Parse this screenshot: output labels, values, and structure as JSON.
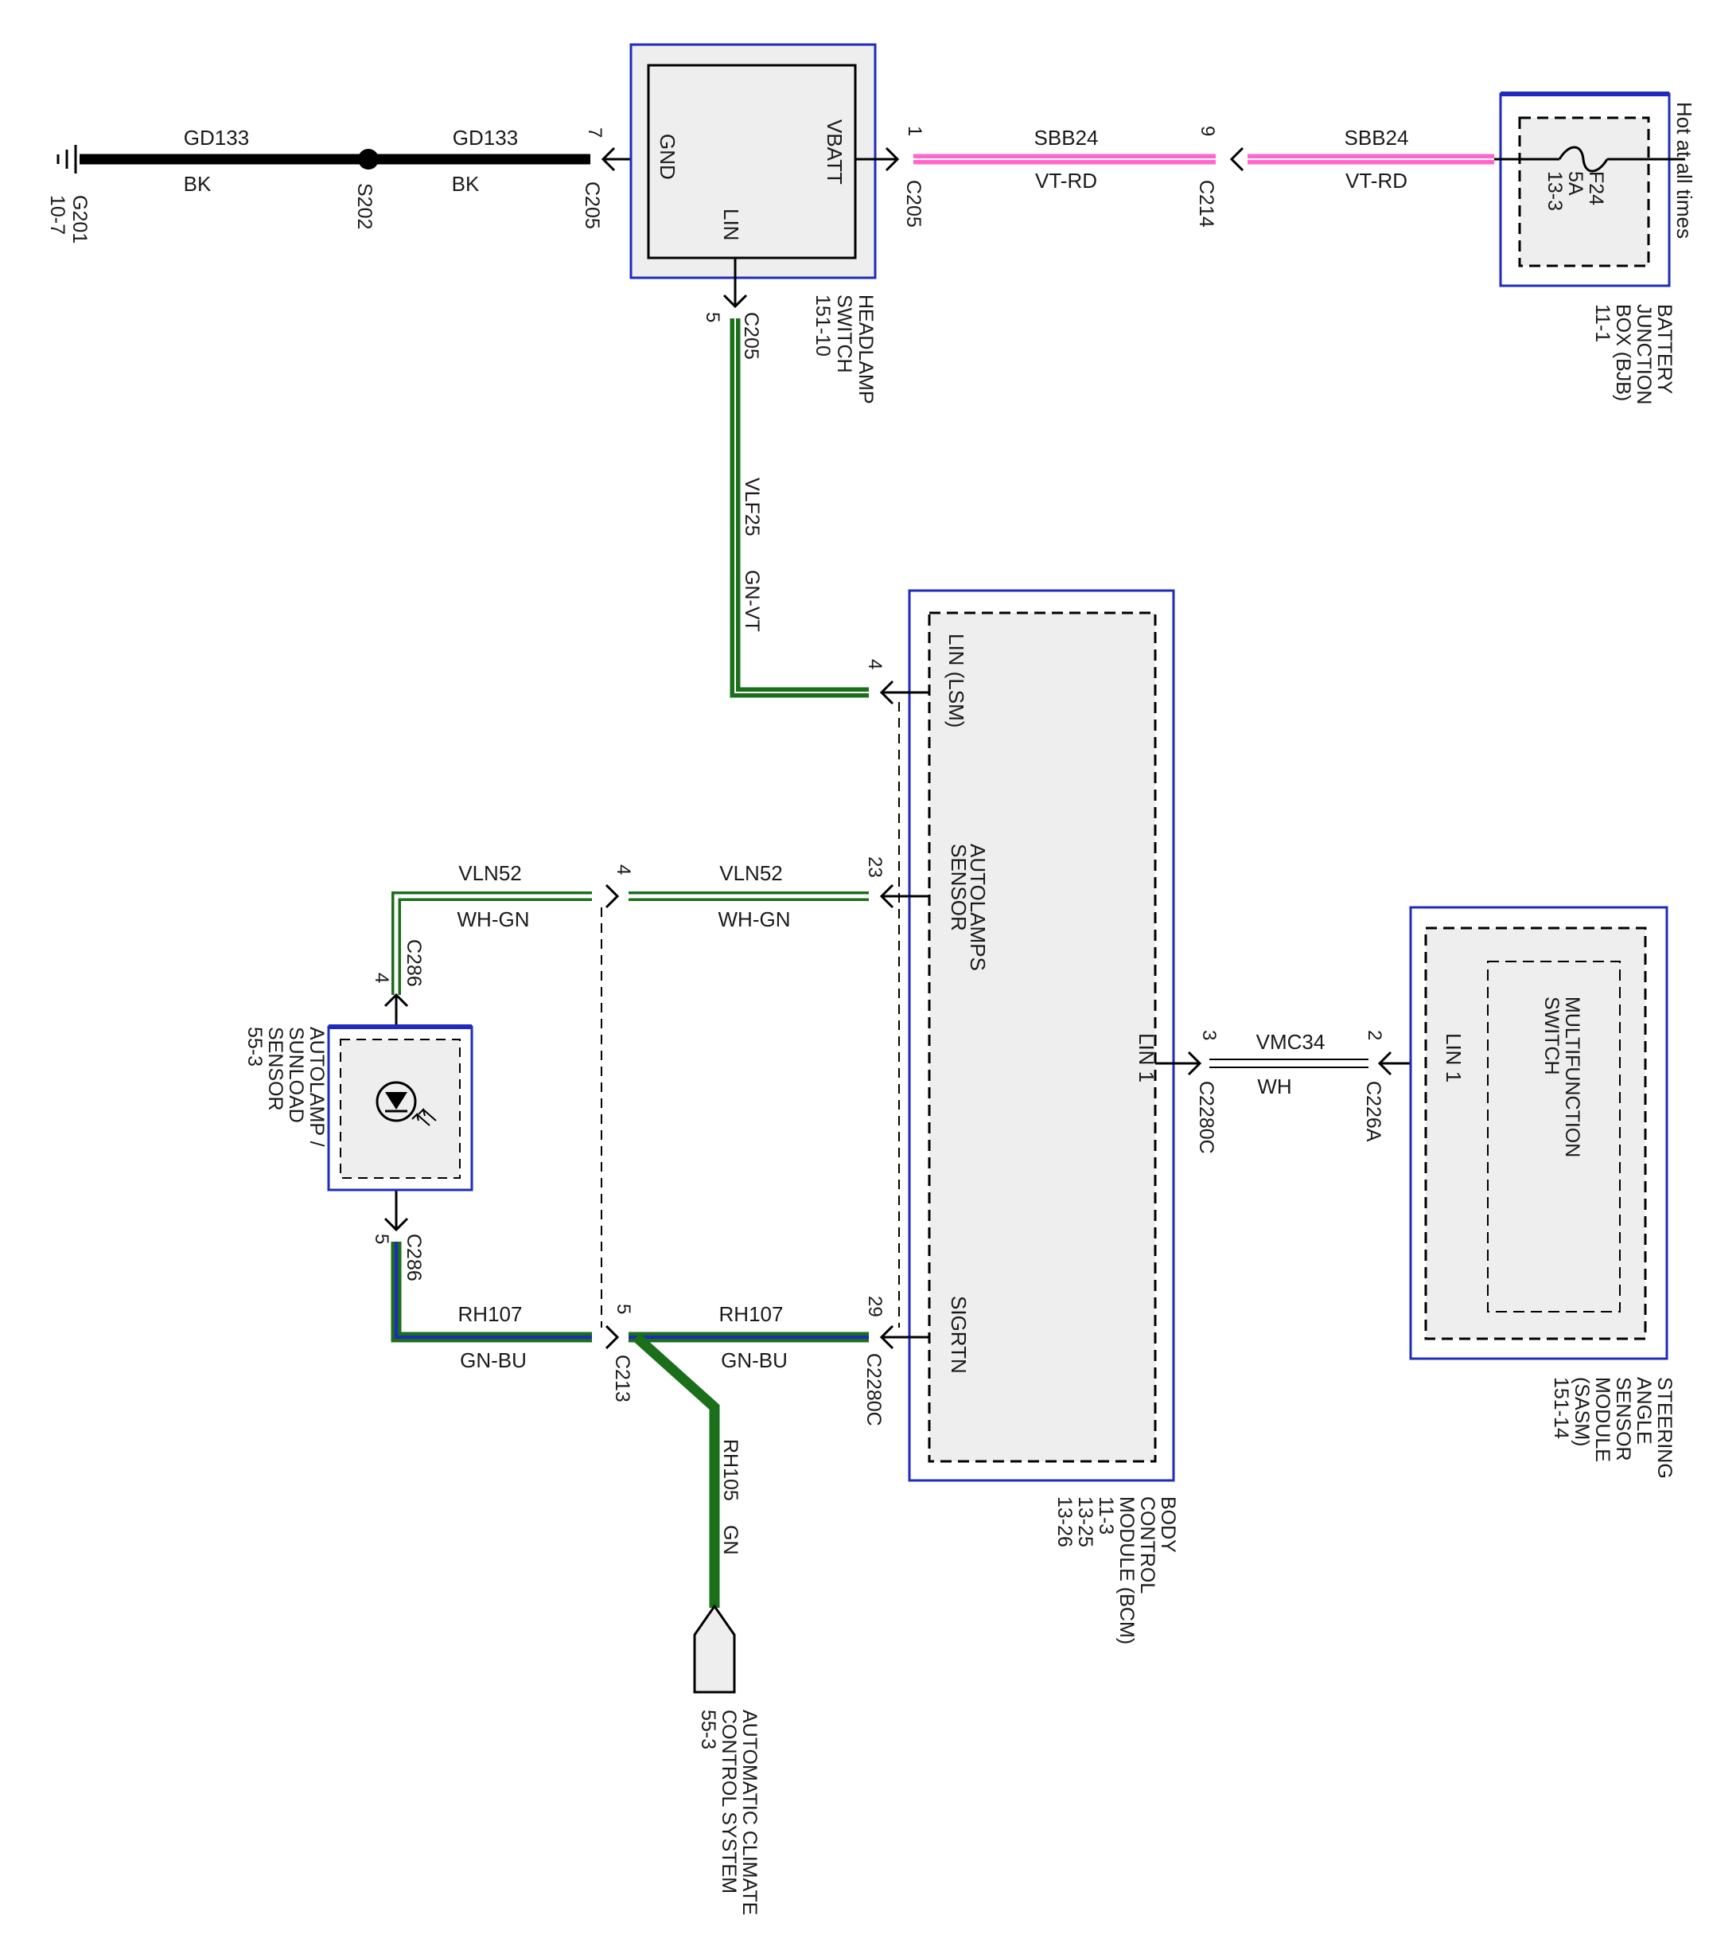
{
  "colors": {
    "module_border": "#1f2bbd",
    "module_fill": "#eeeeee",
    "wire_black": "#000000",
    "wire_pink": "#ff66cc",
    "wire_green": "#1b6f1b",
    "wire_blue": "#1f2bbd",
    "text": "#1a1a1a"
  },
  "ground": {
    "id": "G201",
    "ref": "10-7",
    "icon": "ground-icon"
  },
  "splice": {
    "id": "S202",
    "icon": "splice-dot"
  },
  "headlamp_switch": {
    "name_line1": "HEADLAMP",
    "name_line2": "SWITCH",
    "ref": "151-10",
    "pin_gnd": "GND",
    "pin_vbatt": "VBATT",
    "pin_lin": "LIN"
  },
  "bjb": {
    "name_line1": "BATTERY",
    "name_line2": "JUNCTION",
    "name_line3": "BOX (BJB)",
    "ref": "11-1",
    "fuse_id": "F24",
    "fuse_rating": "5A",
    "fuse_ref": "13-3",
    "power_label": "Hot at all times"
  },
  "bcm": {
    "name_line1": "BODY",
    "name_line2": "CONTROL",
    "name_line3": "MODULE (BCM)",
    "ref1": "11-3",
    "ref2": "13-25",
    "ref3": "13-26",
    "pin_lin_lsm": "LIN (LSM)",
    "pin_autolamps_line1": "AUTOLAMPS",
    "pin_autolamps_line2": "SENSOR",
    "pin_lin1": "LIN 1",
    "pin_sigrtn": "SIGRTN"
  },
  "sasm": {
    "name_line1": "STEERING",
    "name_line2": "ANGLE",
    "name_line3": "SENSOR",
    "name_line4": "MODULE",
    "name_line5": "(SASM)",
    "ref": "151-14",
    "inner_line1": "MULTIFUNCTION",
    "inner_line2": "SWITCH",
    "pin_lin1": "LIN 1"
  },
  "sensor": {
    "name_line1": "AUTOLAMP /",
    "name_line2": "SUNLOAD",
    "name_line3": "SENSOR",
    "ref": "55-3",
    "icon": "photodiode-icon"
  },
  "climate": {
    "name_line1": "AUTOMATIC CLIMATE",
    "name_line2": "CONTROL SYSTEM",
    "ref": "55-3"
  },
  "wires": {
    "gd133_a": {
      "circuit": "GD133",
      "color": "BK"
    },
    "gd133_b": {
      "circuit": "GD133",
      "color": "BK"
    },
    "sbb24_a": {
      "circuit": "SBB24",
      "color": "VT-RD"
    },
    "sbb24_b": {
      "circuit": "SBB24",
      "color": "VT-RD"
    },
    "vlf25": {
      "circuit": "VLF25",
      "color": "GN-VT"
    },
    "vln52_a": {
      "circuit": "VLN52",
      "color": "WH-GN"
    },
    "vln52_b": {
      "circuit": "VLN52",
      "color": "WH-GN"
    },
    "vmc34": {
      "circuit": "VMC34",
      "color": "WH"
    },
    "rh107_a": {
      "circuit": "RH107",
      "color": "GN-BU"
    },
    "rh107_b": {
      "circuit": "RH107",
      "color": "GN-BU"
    },
    "rh105": {
      "circuit": "RH105",
      "color": "GN"
    }
  },
  "connectors": {
    "c205_gnd": {
      "id": "C205",
      "pin": "7"
    },
    "c205_vbatt": {
      "id": "C205",
      "pin": "1"
    },
    "c205_lin": {
      "id": "C205",
      "pin": "5"
    },
    "c214": {
      "id": "C214",
      "pin": "9"
    },
    "bcm_lin_lsm": {
      "pin": "4"
    },
    "bcm_autolamps": {
      "pin": "23"
    },
    "bcm_sigrtn": {
      "id": "C2280C",
      "pin": "29"
    },
    "c2280c_lin1": {
      "id": "C2280C",
      "pin": "3"
    },
    "c226a": {
      "id": "C226A",
      "pin": "2"
    },
    "c213_vln": {
      "pin": "4"
    },
    "c213_rh": {
      "id": "C213",
      "pin": "5"
    },
    "c286_top": {
      "id": "C286",
      "pin": "4"
    },
    "c286_bottom": {
      "id": "C286",
      "pin": "5"
    }
  }
}
